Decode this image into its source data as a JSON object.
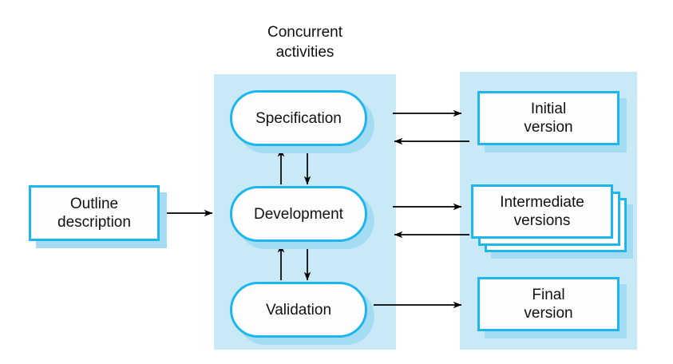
{
  "diagram": {
    "title_heading": "Concurrent\nactivities",
    "colors": {
      "panel_fill": "#c9e9f7",
      "node_border": "#1fb6ef",
      "node_fill": "#fdfdfd",
      "shadow": "#a3dcf3",
      "arrow": "#000000",
      "text": "#111111",
      "background": "#ffffff"
    },
    "input_node": {
      "label": "Outline\ndescription"
    },
    "activities": [
      {
        "id": "specification",
        "label": "Specification"
      },
      {
        "id": "development",
        "label": "Development"
      },
      {
        "id": "validation",
        "label": "Validation"
      }
    ],
    "versions": [
      {
        "id": "initial",
        "label": "Initial\nversion",
        "sheets": 1
      },
      {
        "id": "intermediate",
        "label": "Intermediate\nversions",
        "sheets": 3
      },
      {
        "id": "final",
        "label": "Final\nversion",
        "sheets": 1
      }
    ],
    "connections": [
      {
        "id": "outline-to-development",
        "from": "outline",
        "to": "development",
        "direction": "right"
      },
      {
        "id": "specification-to-initial",
        "from": "specification",
        "to": "initial",
        "direction": "right"
      },
      {
        "id": "initial-to-specification",
        "from": "initial",
        "to": "specification",
        "direction": "left"
      },
      {
        "id": "development-to-intermediate",
        "from": "development",
        "to": "intermediate",
        "direction": "right"
      },
      {
        "id": "intermediate-to-development",
        "from": "intermediate",
        "to": "development",
        "direction": "left"
      },
      {
        "id": "validation-to-final",
        "from": "validation",
        "to": "final",
        "direction": "right"
      },
      {
        "id": "development-to-specification",
        "from": "development",
        "to": "specification",
        "direction": "up"
      },
      {
        "id": "specification-to-development",
        "from": "specification",
        "to": "development",
        "direction": "down"
      },
      {
        "id": "validation-to-development",
        "from": "validation",
        "to": "development",
        "direction": "up"
      },
      {
        "id": "development-to-validation",
        "from": "development",
        "to": "validation",
        "direction": "down"
      }
    ]
  }
}
